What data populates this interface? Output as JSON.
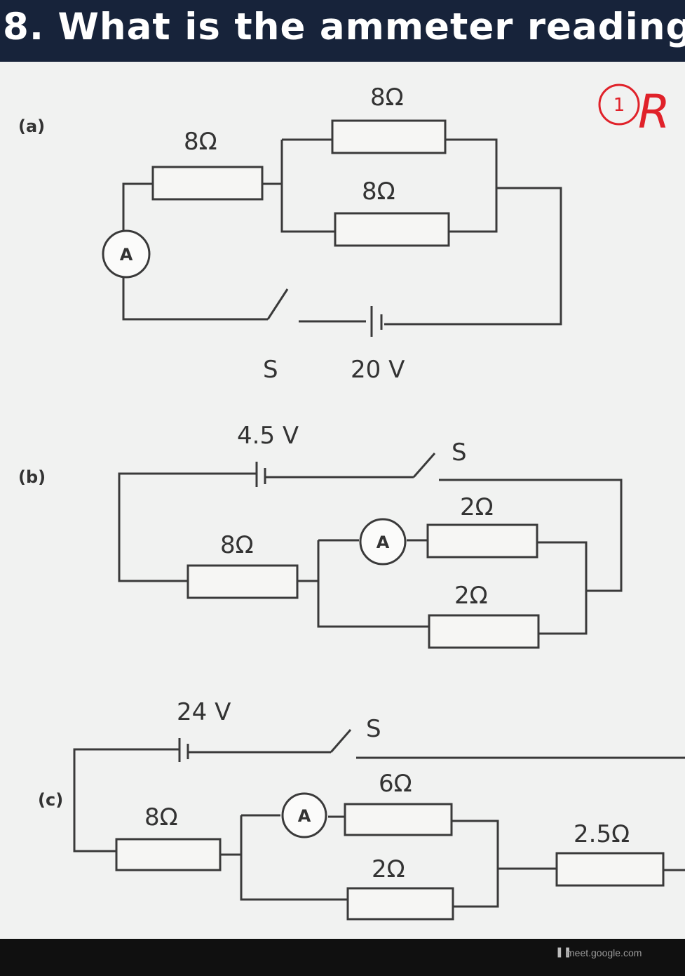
{
  "question": {
    "title": "8. What is the ammeter reading?"
  },
  "handwritten_mark": {
    "circled": "1",
    "letter": "R",
    "color": "#e0222a"
  },
  "ammeter_symbol": "A",
  "circuit_a": {
    "label": "(a)",
    "series_resistor": "8Ω",
    "parallel_top": "8Ω",
    "parallel_bottom": "8Ω",
    "switch": "S",
    "battery": "20 V"
  },
  "circuit_b": {
    "label": "(b)",
    "battery": "4.5 V",
    "switch": "S",
    "series_resistor": "8Ω",
    "parallel_top": "2Ω",
    "parallel_bottom": "2Ω"
  },
  "circuit_c": {
    "label": "(c)",
    "battery": "24 V",
    "switch": "S",
    "series_resistor": "8Ω",
    "parallel_top": "6Ω",
    "parallel_bottom": "2Ω",
    "right_resistor": "2.5Ω"
  },
  "footer": {
    "pause_icon": "pause-icon",
    "url": "meet.google.com"
  }
}
